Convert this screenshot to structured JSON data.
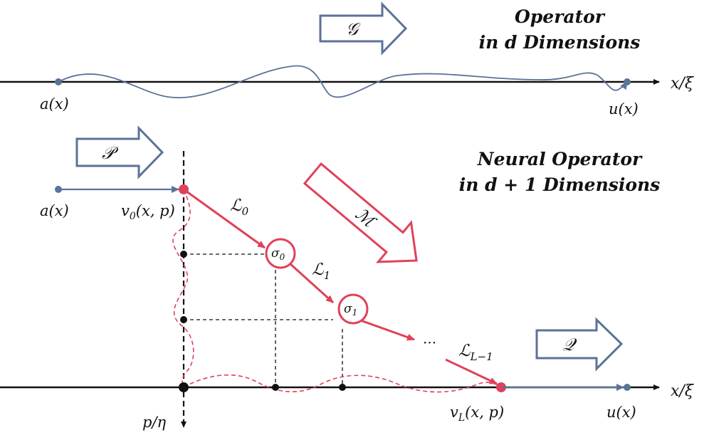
{
  "colors": {
    "blue": "#5b7299",
    "red": "#e0415a",
    "black": "#111111"
  },
  "titles": {
    "operator_line1": "Operator",
    "operator_line2": "in d Dimensions",
    "neural_line1": "Neural Operator",
    "neural_line2": "in d + 1 Dimensions"
  },
  "operators": {
    "g": "𝒢",
    "p": "𝒫",
    "m": "ℳ",
    "q": "𝒬"
  },
  "labels": {
    "a_top": "a(x)",
    "u_top": "u(x)",
    "axis_top": "x/ξ",
    "a_bottom": "a(x)",
    "v0": "v",
    "v0_sub": "0",
    "v0_args": "(x, p)",
    "l0": "ℒ",
    "l0_sub": "0",
    "l1": "ℒ",
    "l1_sub": "1",
    "lL": "ℒ",
    "lL_sub": "L−1",
    "sigma0": "σ",
    "sigma0_sub": "0",
    "sigma1": "σ",
    "sigma1_sub": "1",
    "dots": "···",
    "vL": "v",
    "vL_sub": "L",
    "vL_args": "(x, p)",
    "u_bottom": "u(x)",
    "axis_bottom": "x/ξ",
    "axis_vertical": "p/η"
  }
}
